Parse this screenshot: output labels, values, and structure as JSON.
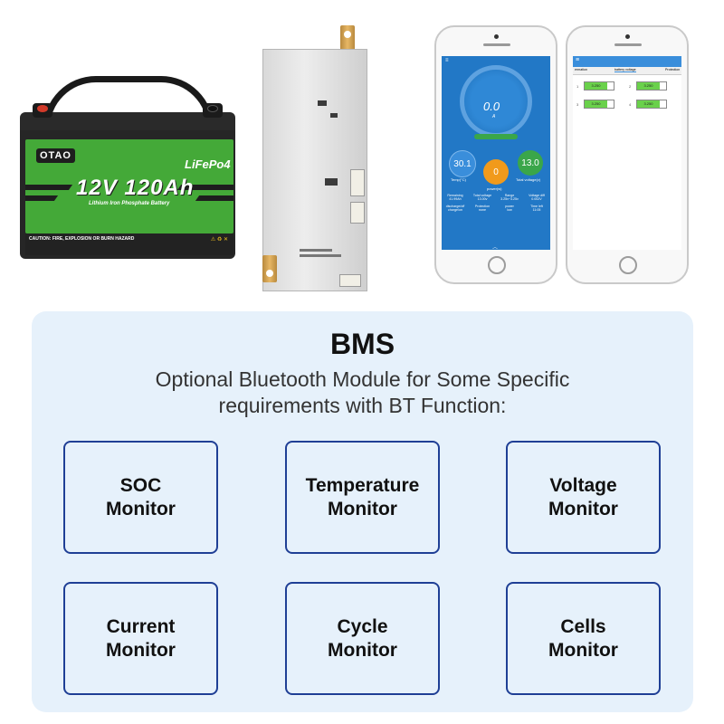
{
  "battery": {
    "brand": "OTAO",
    "chemistry": "LiFePo4",
    "capacity": "12V 120Ah",
    "subtitle": "Lithium Iron Phosphate Battery",
    "warning": "CAUTION: FIRE, EXPLOSION OR BURN HAZARD"
  },
  "phone_app": {
    "current": "0.0",
    "current_unit": "A",
    "temp_value": "30.1",
    "temp_label": "Temp(°C)",
    "power_value": "0",
    "power_label": "power(w)",
    "voltage_value": "13.0",
    "voltage_label": "Total voltage(v)",
    "grid": [
      [
        "Remaining",
        "41.99Ah"
      ],
      [
        "Total voltage",
        "13.00v"
      ],
      [
        "Range",
        "3.25v~3.25v"
      ],
      [
        "Voltage diff",
        "0.002V"
      ],
      [
        "discharge/off",
        "charge/on"
      ],
      [
        "Protection",
        "none"
      ],
      [
        "power",
        "low"
      ],
      [
        "Time left",
        "11:05"
      ]
    ]
  },
  "phone_cells": {
    "tabs": [
      "ermation",
      "battery voltage",
      "Protection"
    ],
    "cells": [
      {
        "num": "1",
        "value": "3.250"
      },
      {
        "num": "2",
        "value": "3.250"
      },
      {
        "num": "3",
        "value": "3.250"
      },
      {
        "num": "4",
        "value": "3.250"
      }
    ]
  },
  "panel": {
    "title": "BMS",
    "subtitle_line1": "Optional Bluetooth Module for Some Specific",
    "subtitle_line2": "requirements with BT Function:",
    "features": [
      {
        "line1": "SOC",
        "line2": "Monitor"
      },
      {
        "line1": "Temperature",
        "line2": "Monitor"
      },
      {
        "line1": "Voltage",
        "line2": "Monitor"
      },
      {
        "line1": "Current",
        "line2": "Monitor"
      },
      {
        "line1": "Cycle",
        "line2": "Monitor"
      },
      {
        "line1": "Cells",
        "line2": "Monitor"
      }
    ]
  },
  "colors": {
    "panel_bg": "#e6f1fb",
    "box_border": "#1f3f95",
    "battery_green": "#44a938",
    "app_blue": "#2278c6"
  }
}
